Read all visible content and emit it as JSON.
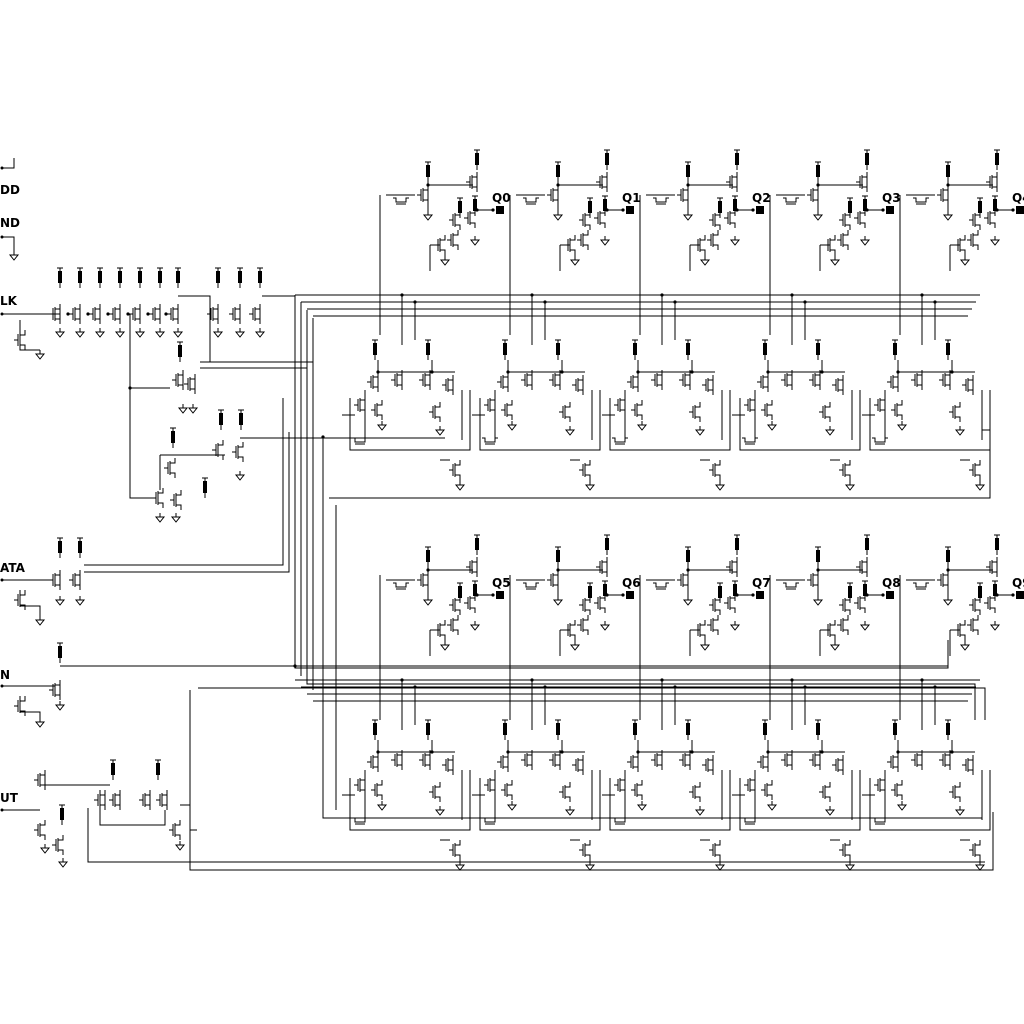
{
  "schematic": {
    "colors": {
      "wire": "#000000",
      "background": "#ffffff",
      "pad": "#000000"
    },
    "input_pins": [
      {
        "label": "DD"
      },
      {
        "label": "ND"
      },
      {
        "label": "LK"
      },
      {
        "label": "ATA"
      },
      {
        "label": "N"
      },
      {
        "label": "UT"
      }
    ],
    "outputs": [
      {
        "label": "Q0"
      },
      {
        "label": "Q1"
      },
      {
        "label": "Q2"
      },
      {
        "label": "Q3"
      },
      {
        "label": "Q4"
      },
      {
        "label": "Q5"
      },
      {
        "label": "Q6"
      },
      {
        "label": "Q7"
      },
      {
        "label": "Q8"
      },
      {
        "label": "Q9"
      }
    ],
    "icons": [
      "nmos-transistor",
      "pmos-transistor",
      "ground-symbol",
      "resistor",
      "output-pad",
      "wire-junction"
    ]
  }
}
